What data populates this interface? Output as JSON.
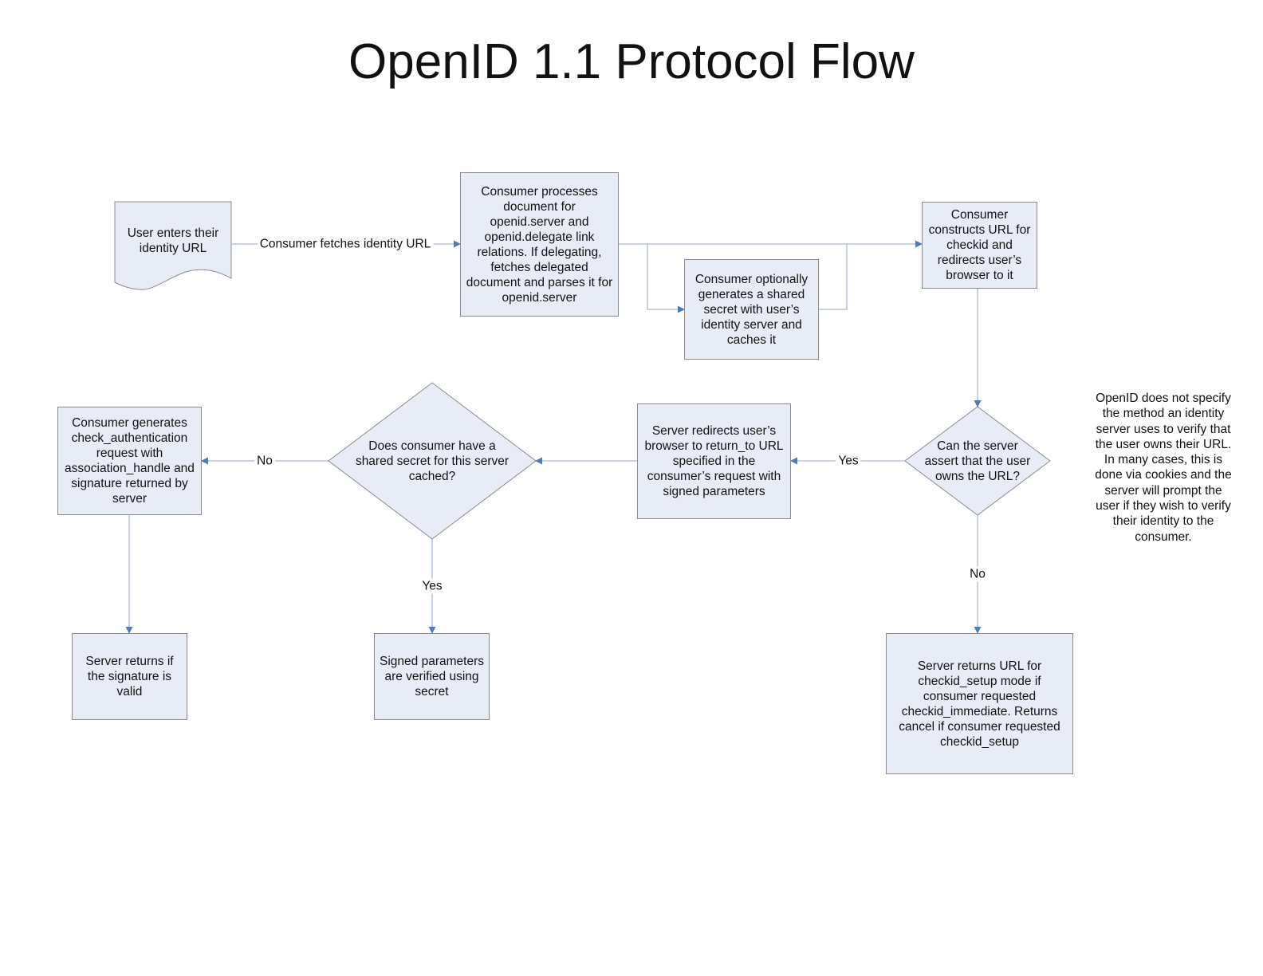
{
  "title": "OpenID 1.1 Protocol Flow",
  "colors": {
    "node_fill": "#e8ecf6",
    "node_border": "#8c8c8c",
    "edge": "#a9b9d6",
    "arrowhead": "#4f7ab8"
  },
  "nodes": {
    "user_enters": "User enters their\nidentity URL",
    "consumer_processes": "Consumer processes\ndocument for\nopenid.server and\nopenid.delegate link\nrelations.  If delegating,\nfetches delegated\ndocument and parses it for\nopenid.server",
    "shared_secret_optional": "Consumer optionally\ngenerates a shared\nsecret with user’s\nidentity server and\ncaches it",
    "constructs_url": "Consumer\nconstructs URL for\ncheckid and\nredirects user’s\nbrowser to it",
    "can_server_assert": "Can the server\nassert that the user\nowns the URL?",
    "server_redirects": "Server redirects user’s\nbrowser to return_to URL\nspecified in the\nconsumer’s request with\nsigned parameters",
    "does_consumer_have_secret": "Does consumer have a\nshared secret for this server\ncached?",
    "consumer_generates_check": "Consumer generates\ncheck_authentication\nrequest with\nassociation_handle and\nsignature returned by\nserver",
    "server_returns_signature": "Server returns if\nthe signature is\nvalid",
    "signed_params_verified": "Signed parameters\nare verified using\nsecret",
    "server_returns_setup": "Server returns URL for\ncheckid_setup mode if\nconsumer requested\ncheckid_immediate.  Returns\ncancel if consumer requested\ncheckid_setup"
  },
  "edge_labels": {
    "fetch": "Consumer fetches identity URL",
    "assert_yes": "Yes",
    "assert_no": "No",
    "secret_yes": "Yes",
    "secret_no": "No"
  },
  "note": "OpenID does not specify\nthe method an identity\nserver uses to verify that\nthe user owns their URL.\nIn many cases, this is\ndone via cookies and the\nserver will prompt the\nuser if they wish to verify\ntheir identity to the\nconsumer."
}
